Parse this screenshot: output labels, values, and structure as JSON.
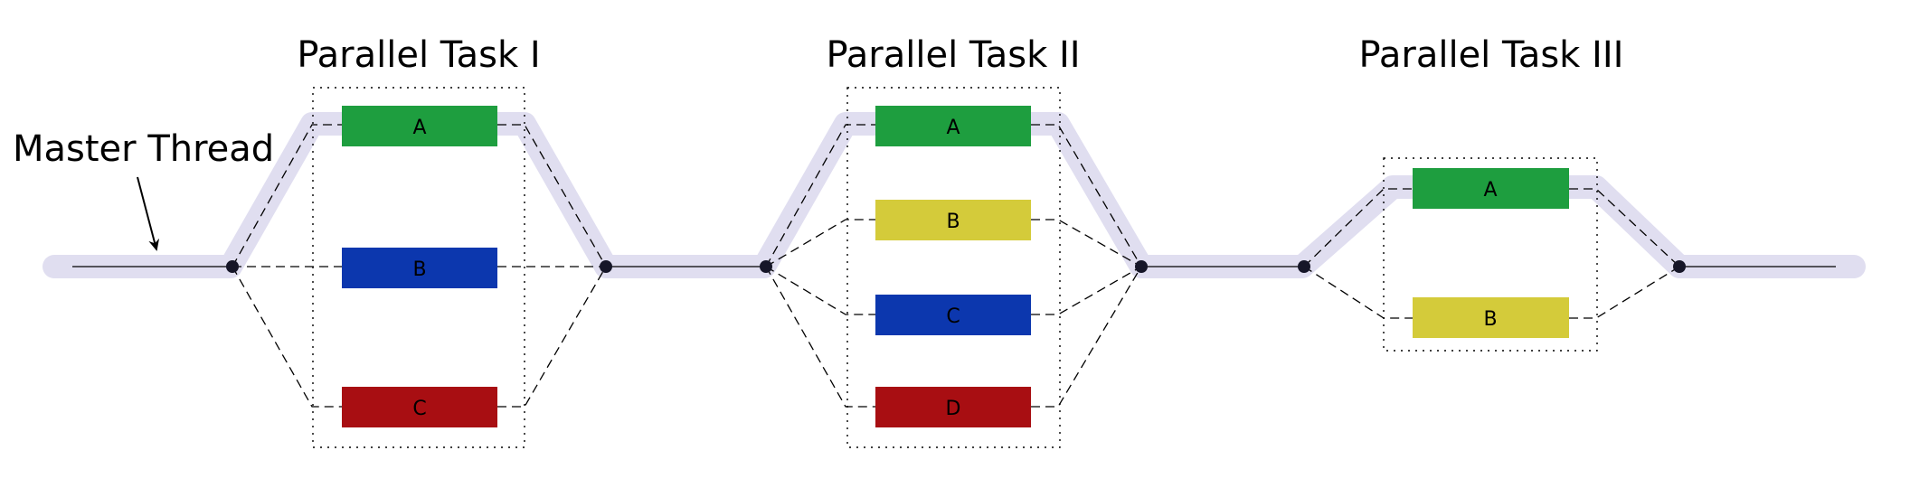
{
  "master_label": "Master Thread",
  "colors": {
    "master_highlight": "#e0def0",
    "dot": "#161628",
    "green": "#1e9e3f",
    "yellow": "#d4cb3a",
    "blue": "#0c37ae",
    "red": "#a80e12"
  },
  "groups": [
    {
      "title": "Parallel Task I",
      "tasks": [
        {
          "label": "A",
          "color": "#1e9e3f"
        },
        {
          "label": "B",
          "color": "#0c37ae"
        },
        {
          "label": "C",
          "color": "#a80e12"
        }
      ]
    },
    {
      "title": "Parallel Task II",
      "tasks": [
        {
          "label": "A",
          "color": "#1e9e3f"
        },
        {
          "label": "B",
          "color": "#d4cb3a"
        },
        {
          "label": "C",
          "color": "#0c37ae"
        },
        {
          "label": "D",
          "color": "#a80e12"
        }
      ]
    },
    {
      "title": "Parallel Task III",
      "tasks": [
        {
          "label": "A",
          "color": "#1e9e3f"
        },
        {
          "label": "B",
          "color": "#d4cb3a"
        }
      ]
    }
  ]
}
